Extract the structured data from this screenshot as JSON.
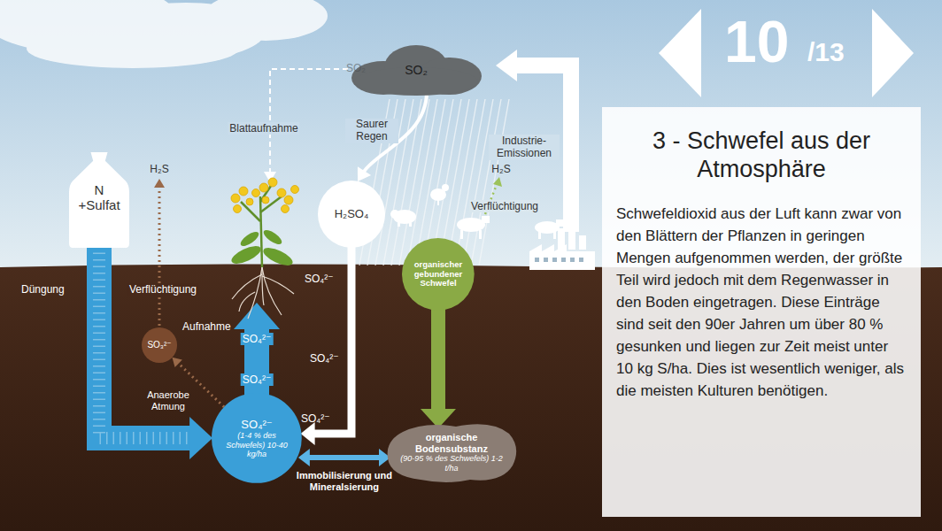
{
  "diagram": {
    "title": "3 - Schwefel aus der Atmosphäre",
    "nodes": [
      {
        "text": [
          "SO₂"
        ]
      },
      {
        "text": [
          "N +Sulfat"
        ]
      },
      {
        "text": [
          "H₂SO₄"
        ]
      },
      {
        "text": [
          "organischer gebundener Schwefel"
        ]
      },
      {
        "text": [
          "SO₃²⁻"
        ]
      },
      {
        "text": [
          "SO₄²⁻",
          "(1-4 % des Schwefels) 10-40 kg/ha"
        ]
      },
      {
        "text": [
          "organische Bodensubstanz",
          "(90-95 % des Schwefels) 1-2 t/ha"
        ]
      },
      {
        "text": [
          "3 - Schwefel aus der Atmosphäre",
          "Schwefeldioxid aus der Luft kann zwar von den Blättern der Pflanzen in geringen Mengen aufgenommen werden, der größte Teil wird jedoch mit dem Regenwasser in den Boden eingetragen. Diese Einträge sind seit den 90er Jahren um über 80 % gesunken und liegen zur Zeit meist unter 10 kg S/ha. Dies ist wesentlich weniger, als die meisten Kulturen benötigen."
        ]
      }
    ],
    "edges": [
      {
        "from": 0,
        "to": 2,
        "arrow": "to"
      },
      {
        "from": 1,
        "to": 5,
        "arrow": "to"
      },
      {
        "from": 2,
        "to": 5,
        "arrow": "to"
      },
      {
        "from": 3,
        "to": 6,
        "arrow": "to"
      },
      {
        "from": 5,
        "to": 4,
        "arrow": "to"
      },
      {
        "from": 5,
        "to": 6,
        "label": "Immobilisierung und Mineralsierung",
        "arrow": "both"
      }
    ],
    "labels": [
      "SO₂",
      "Blattaufnahme",
      "Saurer Regen",
      "Industrie-Emissionen",
      "H₂S",
      "H₂S",
      "Verflüchtigung",
      "Düngung",
      "Verflüchtigung",
      "Aufnahme",
      "SO₄²⁻",
      "SO₄²⁻",
      "SO₄²⁻",
      "SO₄²⁻",
      "SO₄²⁻",
      "Anaerobe Atmung",
      "10",
      "/13"
    ]
  }
}
